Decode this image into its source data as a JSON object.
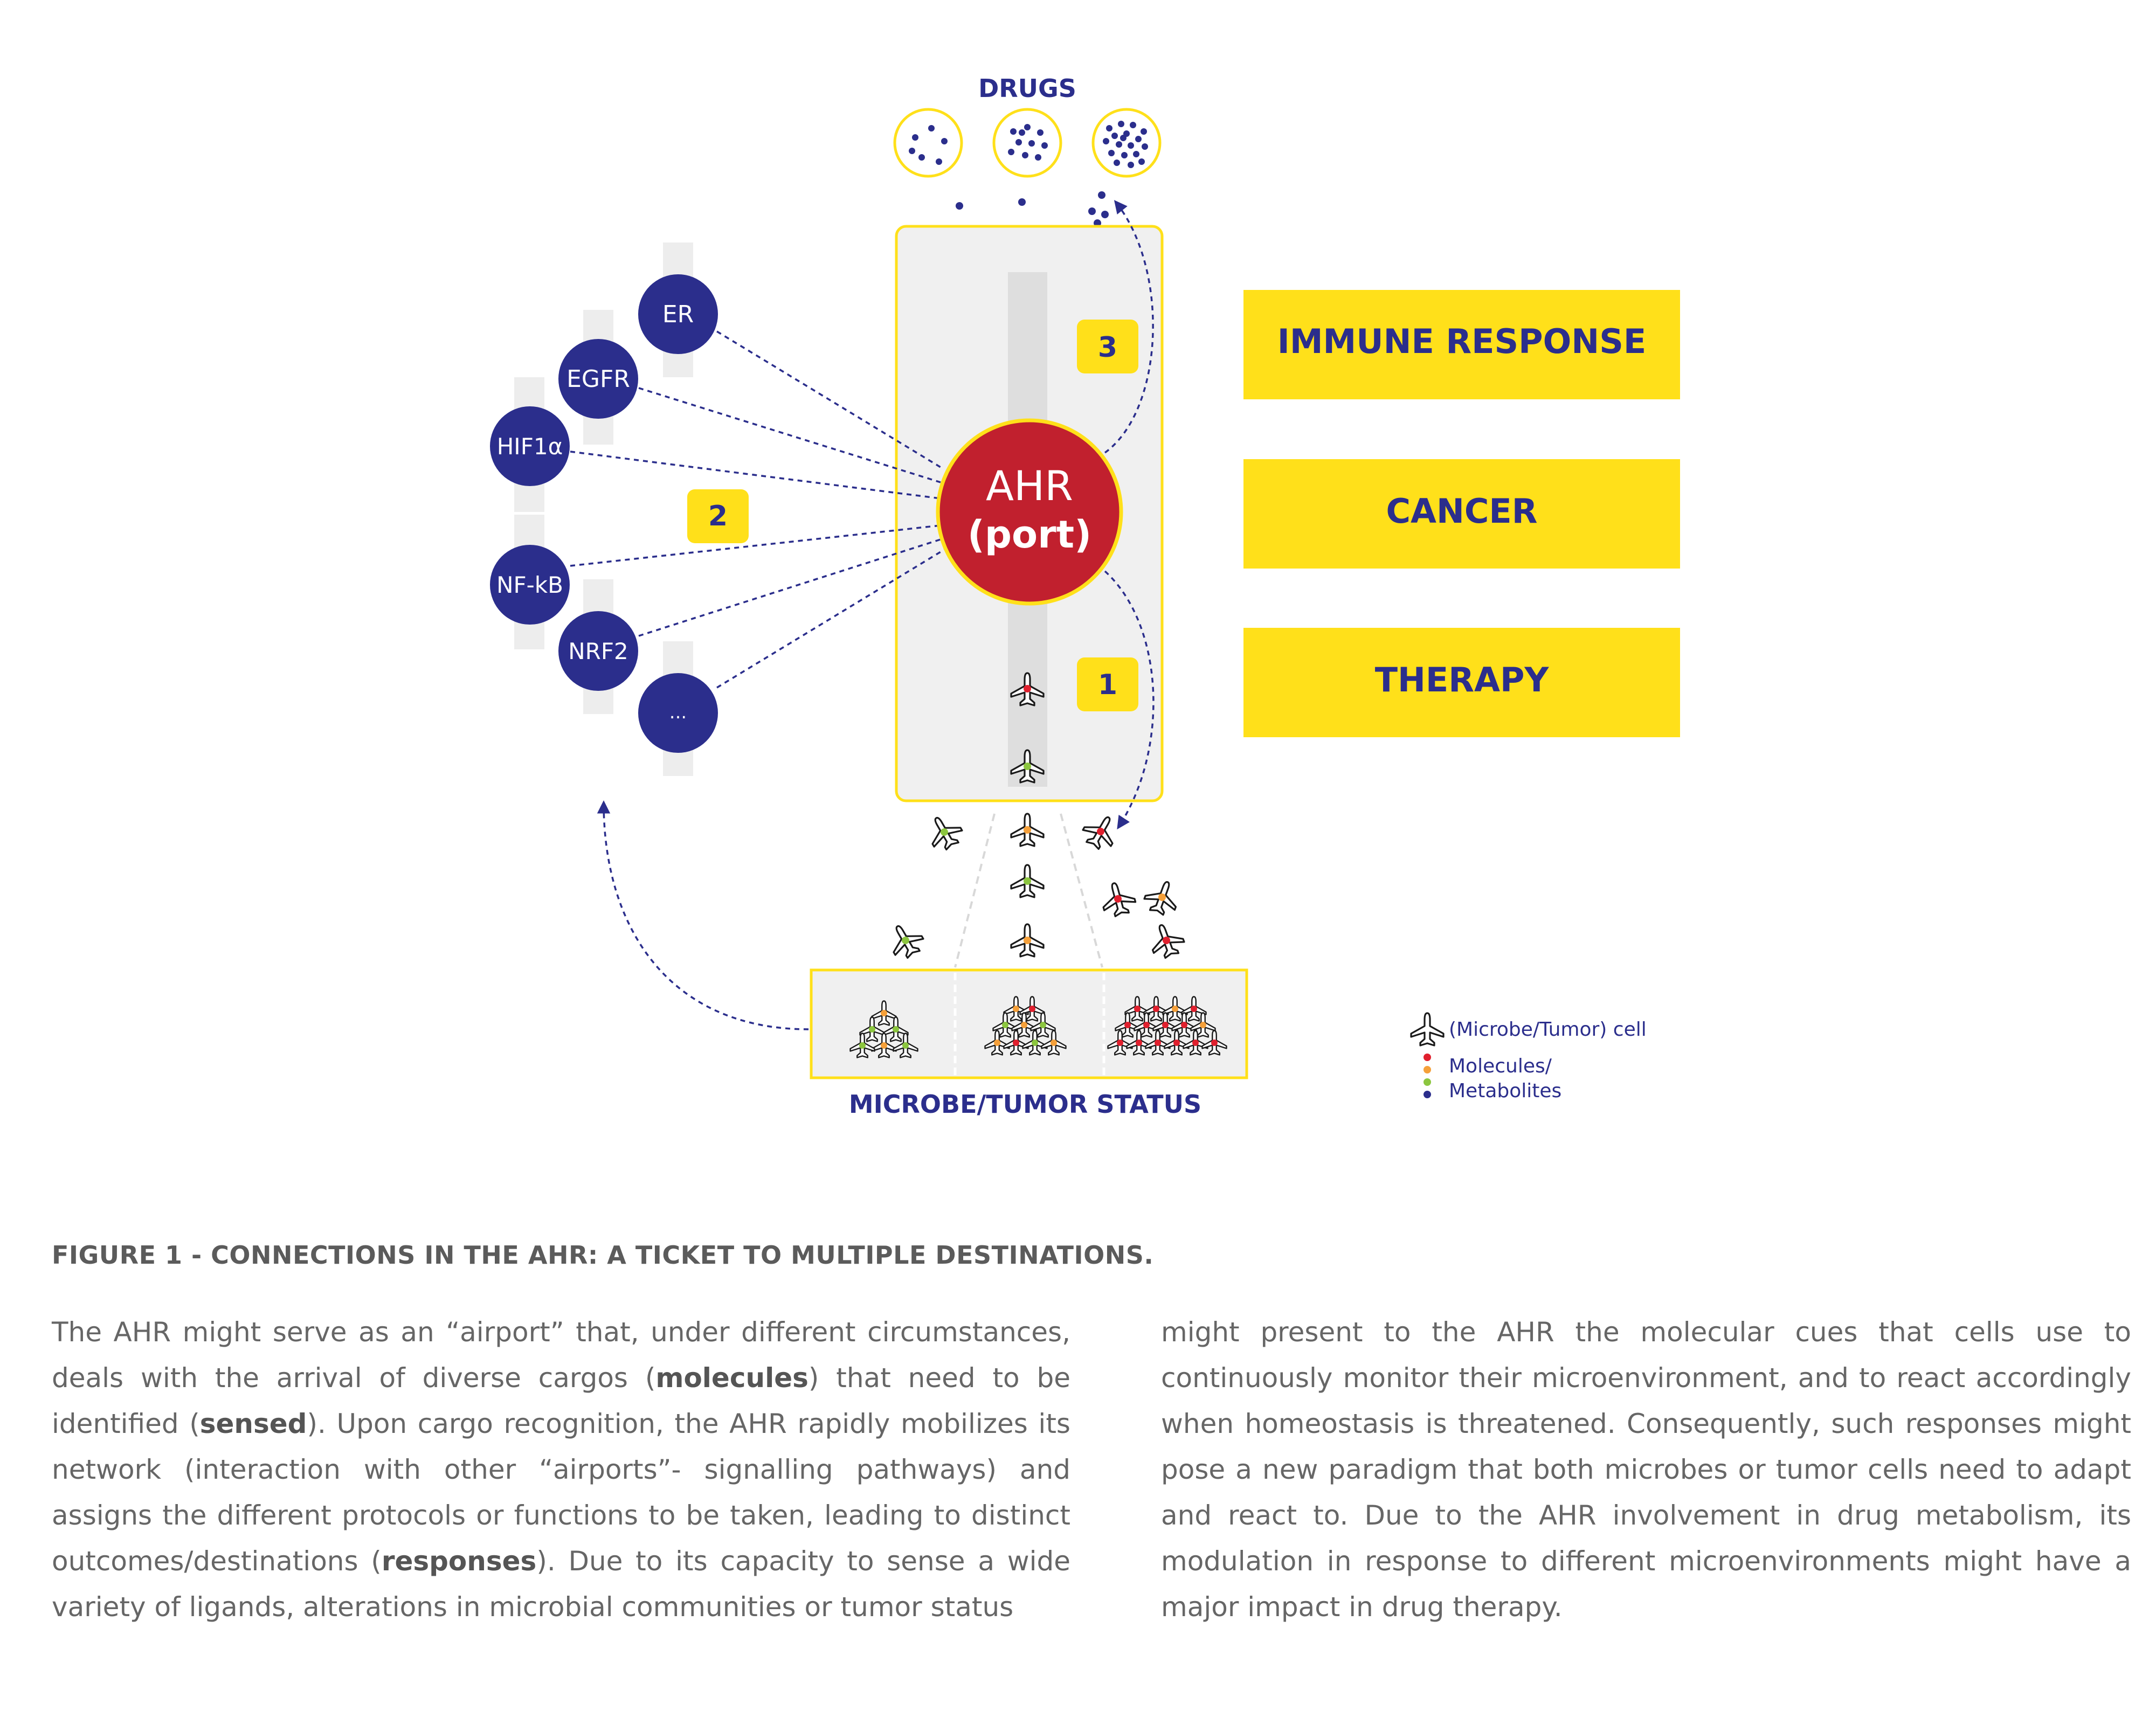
{
  "diagram": {
    "drugs_label": "DRUGS",
    "center_label_line1": "AHR",
    "center_label_line2": "(port)",
    "badges": {
      "one": "1",
      "two": "2",
      "three": "3"
    },
    "pathways": [
      "ER",
      "EGFR",
      "HIF1α",
      "NF-kB",
      "NRF2",
      "..."
    ],
    "outcomes": [
      "IMMUNE RESPONSE",
      "CANCER",
      "THERAPY"
    ],
    "status_label": "MICROBE/TUMOR STATUS",
    "legend": {
      "cell_label": "(Microbe/Tumor) cell",
      "molecules_line1": "Molecules/",
      "molecules_line2": "Metabolites"
    }
  },
  "colors": {
    "navy": "#2b2e8c",
    "yellow": "#ffe01a",
    "ahr_red": "#c1202e",
    "panel_grey": "#f0f0f0",
    "dot_red": "#e0202e",
    "dot_orange": "#f5a03a",
    "dot_green": "#8cc63f",
    "text_grey": "#666666"
  },
  "icons": {
    "cell": "airplane-icon",
    "molecule": "dot-icon"
  },
  "caption": {
    "title": "FIGURE 1 - CONNECTIONS IN THE AHR: A TICKET TO MULTIPLE DESTINATIONS.",
    "left": [
      "The AHR might serve as an “airport” that, under different circumstances, deals with the arrival of diverse cargos (",
      "molecules",
      ") that need to be identified (",
      "sensed",
      "). Upon cargo recognition, the AHR rapidly mobilizes its network (interaction with other “airports”- signalling pathways) and assigns the different protocols or functions to be taken, leading to distinct outcomes/destinations (",
      "responses",
      "). Due to its capacity to sense a wide variety of ligands, alterations in microbial communities or tumor status"
    ],
    "right": "might present to the AHR the molecular cues that cells use to continuously monitor their microenvironment, and to react accordingly when homeostasis is threatened. Consequently, such responses might pose a new paradigm that both microbes or tumor cells need to adapt and react to. Due to the AHR involvement in drug metabolism, its modulation in response to different microenvironments might have a major impact in drug therapy."
  }
}
